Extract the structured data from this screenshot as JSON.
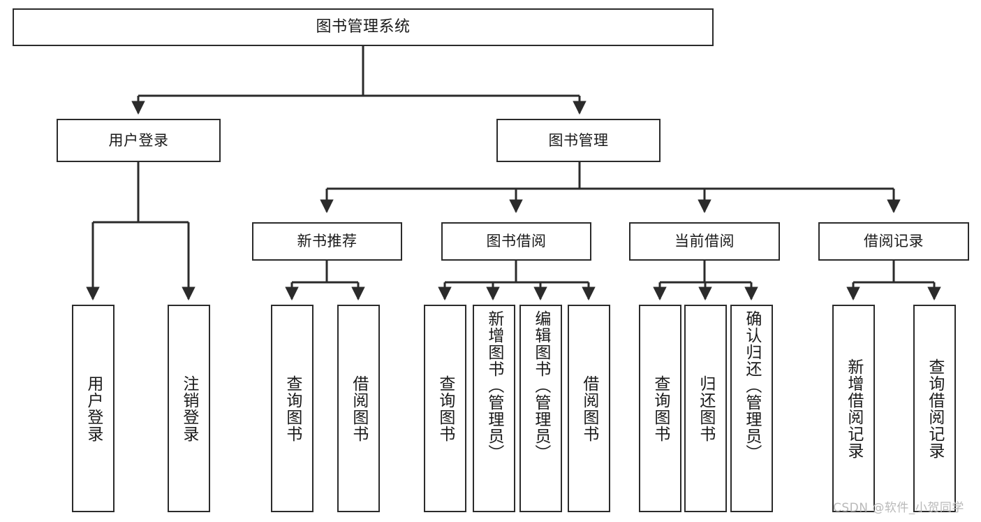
{
  "diagram": {
    "title": "图书管理系统",
    "type": "tree-hierarchy-chart",
    "watermark": "CSDN @软件_小贺同学",
    "colors": {
      "stroke": "#2b2b2b",
      "fill": "#ffffff",
      "text": "#1a1a1a",
      "watermark": "#b9b9b9"
    },
    "levels": {
      "level1": [
        {
          "id": "root",
          "label": "图书管理系统"
        }
      ],
      "level2": [
        {
          "id": "user-login",
          "label": "用户登录"
        },
        {
          "id": "book-manage",
          "label": "图书管理"
        }
      ],
      "level3": [
        {
          "id": "new-book-recommend",
          "label": "新书推荐"
        },
        {
          "id": "book-borrow",
          "label": "图书借阅"
        },
        {
          "id": "current-borrow",
          "label": "当前借阅"
        },
        {
          "id": "borrow-record",
          "label": "借阅记录"
        }
      ],
      "level4": {
        "user-login": [
          {
            "id": "leaf-user-login",
            "label": "用户登录"
          },
          {
            "id": "leaf-user-logout",
            "label": "注销登录"
          }
        ],
        "new-book-recommend": [
          {
            "id": "leaf-query-book-1",
            "label": "查询图书"
          },
          {
            "id": "leaf-borrow-book-1",
            "label": "借阅图书"
          }
        ],
        "book-borrow": [
          {
            "id": "leaf-query-book-2",
            "label": "查询图书"
          },
          {
            "id": "leaf-add-book",
            "label": "新增图书（管理员）"
          },
          {
            "id": "leaf-edit-book",
            "label": "编辑图书（管理员）"
          },
          {
            "id": "leaf-borrow-book-2",
            "label": "借阅图书"
          }
        ],
        "current-borrow": [
          {
            "id": "leaf-query-book-3",
            "label": "查询图书"
          },
          {
            "id": "leaf-return-book",
            "label": "归还图书"
          },
          {
            "id": "leaf-confirm-return",
            "label": "确认归还（管理员）"
          }
        ],
        "borrow-record": [
          {
            "id": "leaf-add-record",
            "label": "新增借阅记录"
          },
          {
            "id": "leaf-query-record",
            "label": "查询借阅记录"
          }
        ]
      }
    }
  }
}
